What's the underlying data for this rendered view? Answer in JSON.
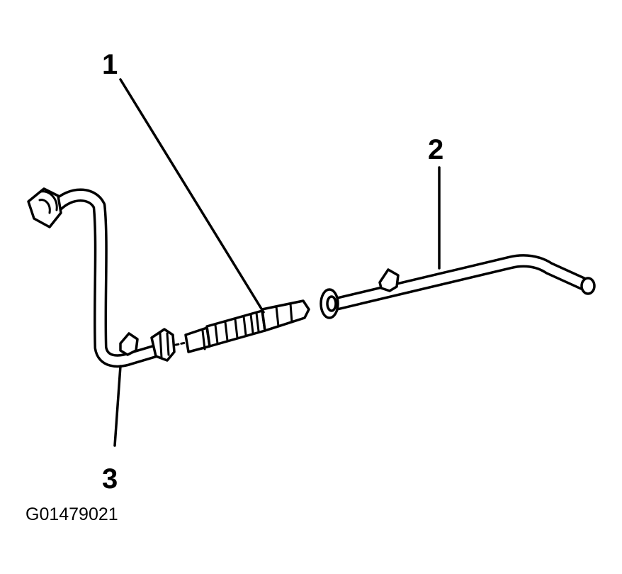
{
  "figure": {
    "callouts": [
      {
        "id": "1",
        "label": "1"
      },
      {
        "id": "2",
        "label": "2"
      },
      {
        "id": "3",
        "label": "3"
      }
    ],
    "figure_id": "G01479021"
  },
  "colors": {
    "line": "#000000",
    "background": "#ffffff"
  }
}
